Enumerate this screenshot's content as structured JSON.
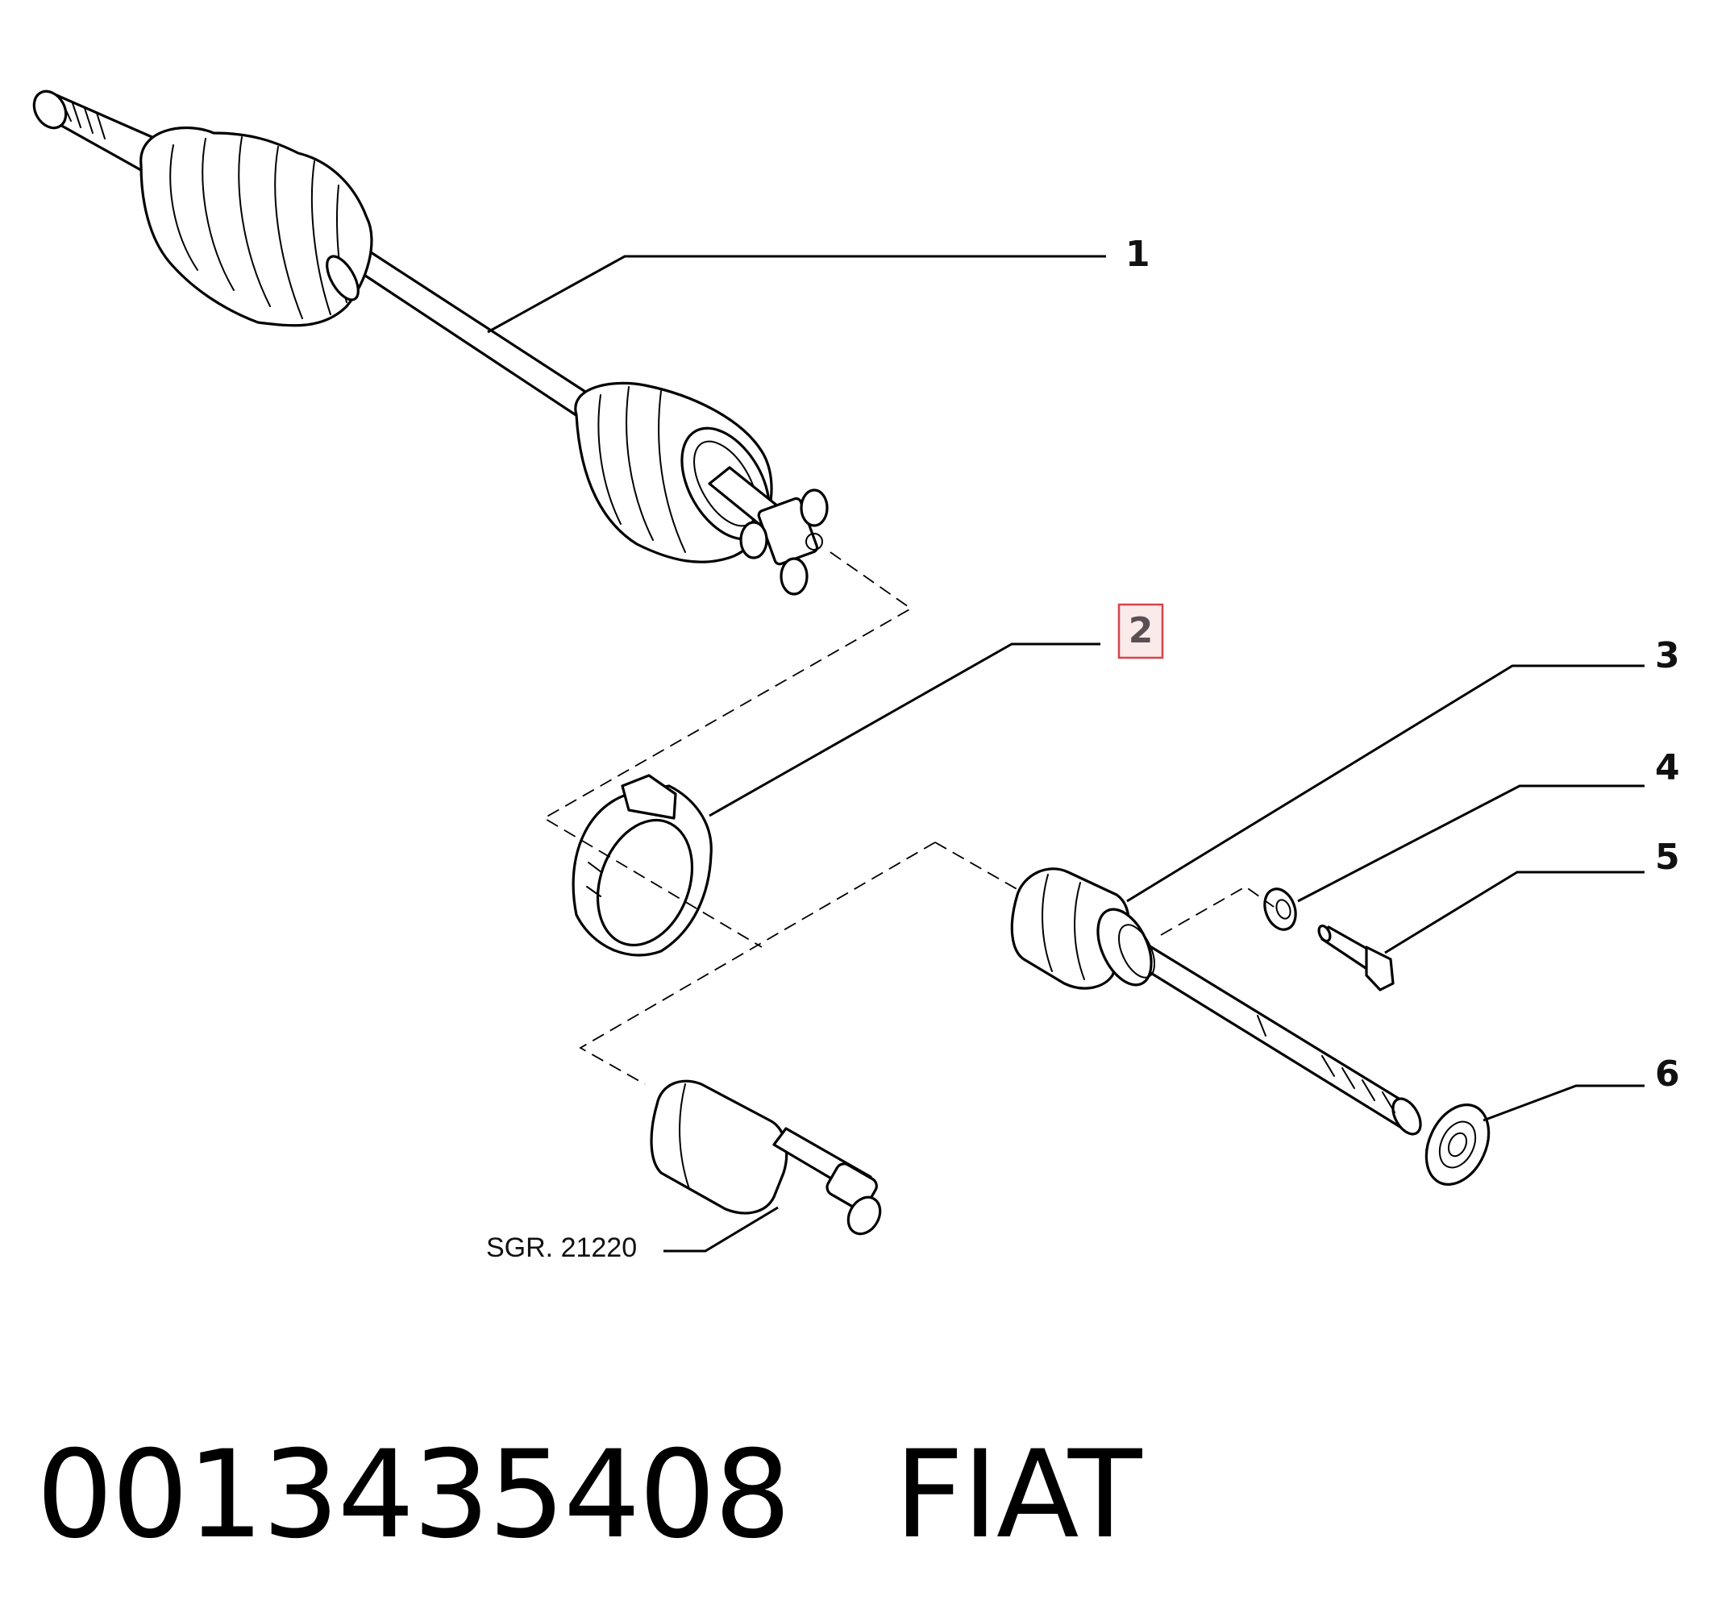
{
  "callouts": {
    "c1": "1",
    "c2": "2",
    "c3": "3",
    "c4": "4",
    "c5": "5",
    "c6": "6"
  },
  "selected_callout": "2",
  "reference": "SGR. 21220",
  "footer": {
    "part_number": "0013435408",
    "brand": "FIAT"
  },
  "colors": {
    "highlight_fill": "#fbeaea",
    "highlight_border": "#d8434a"
  }
}
